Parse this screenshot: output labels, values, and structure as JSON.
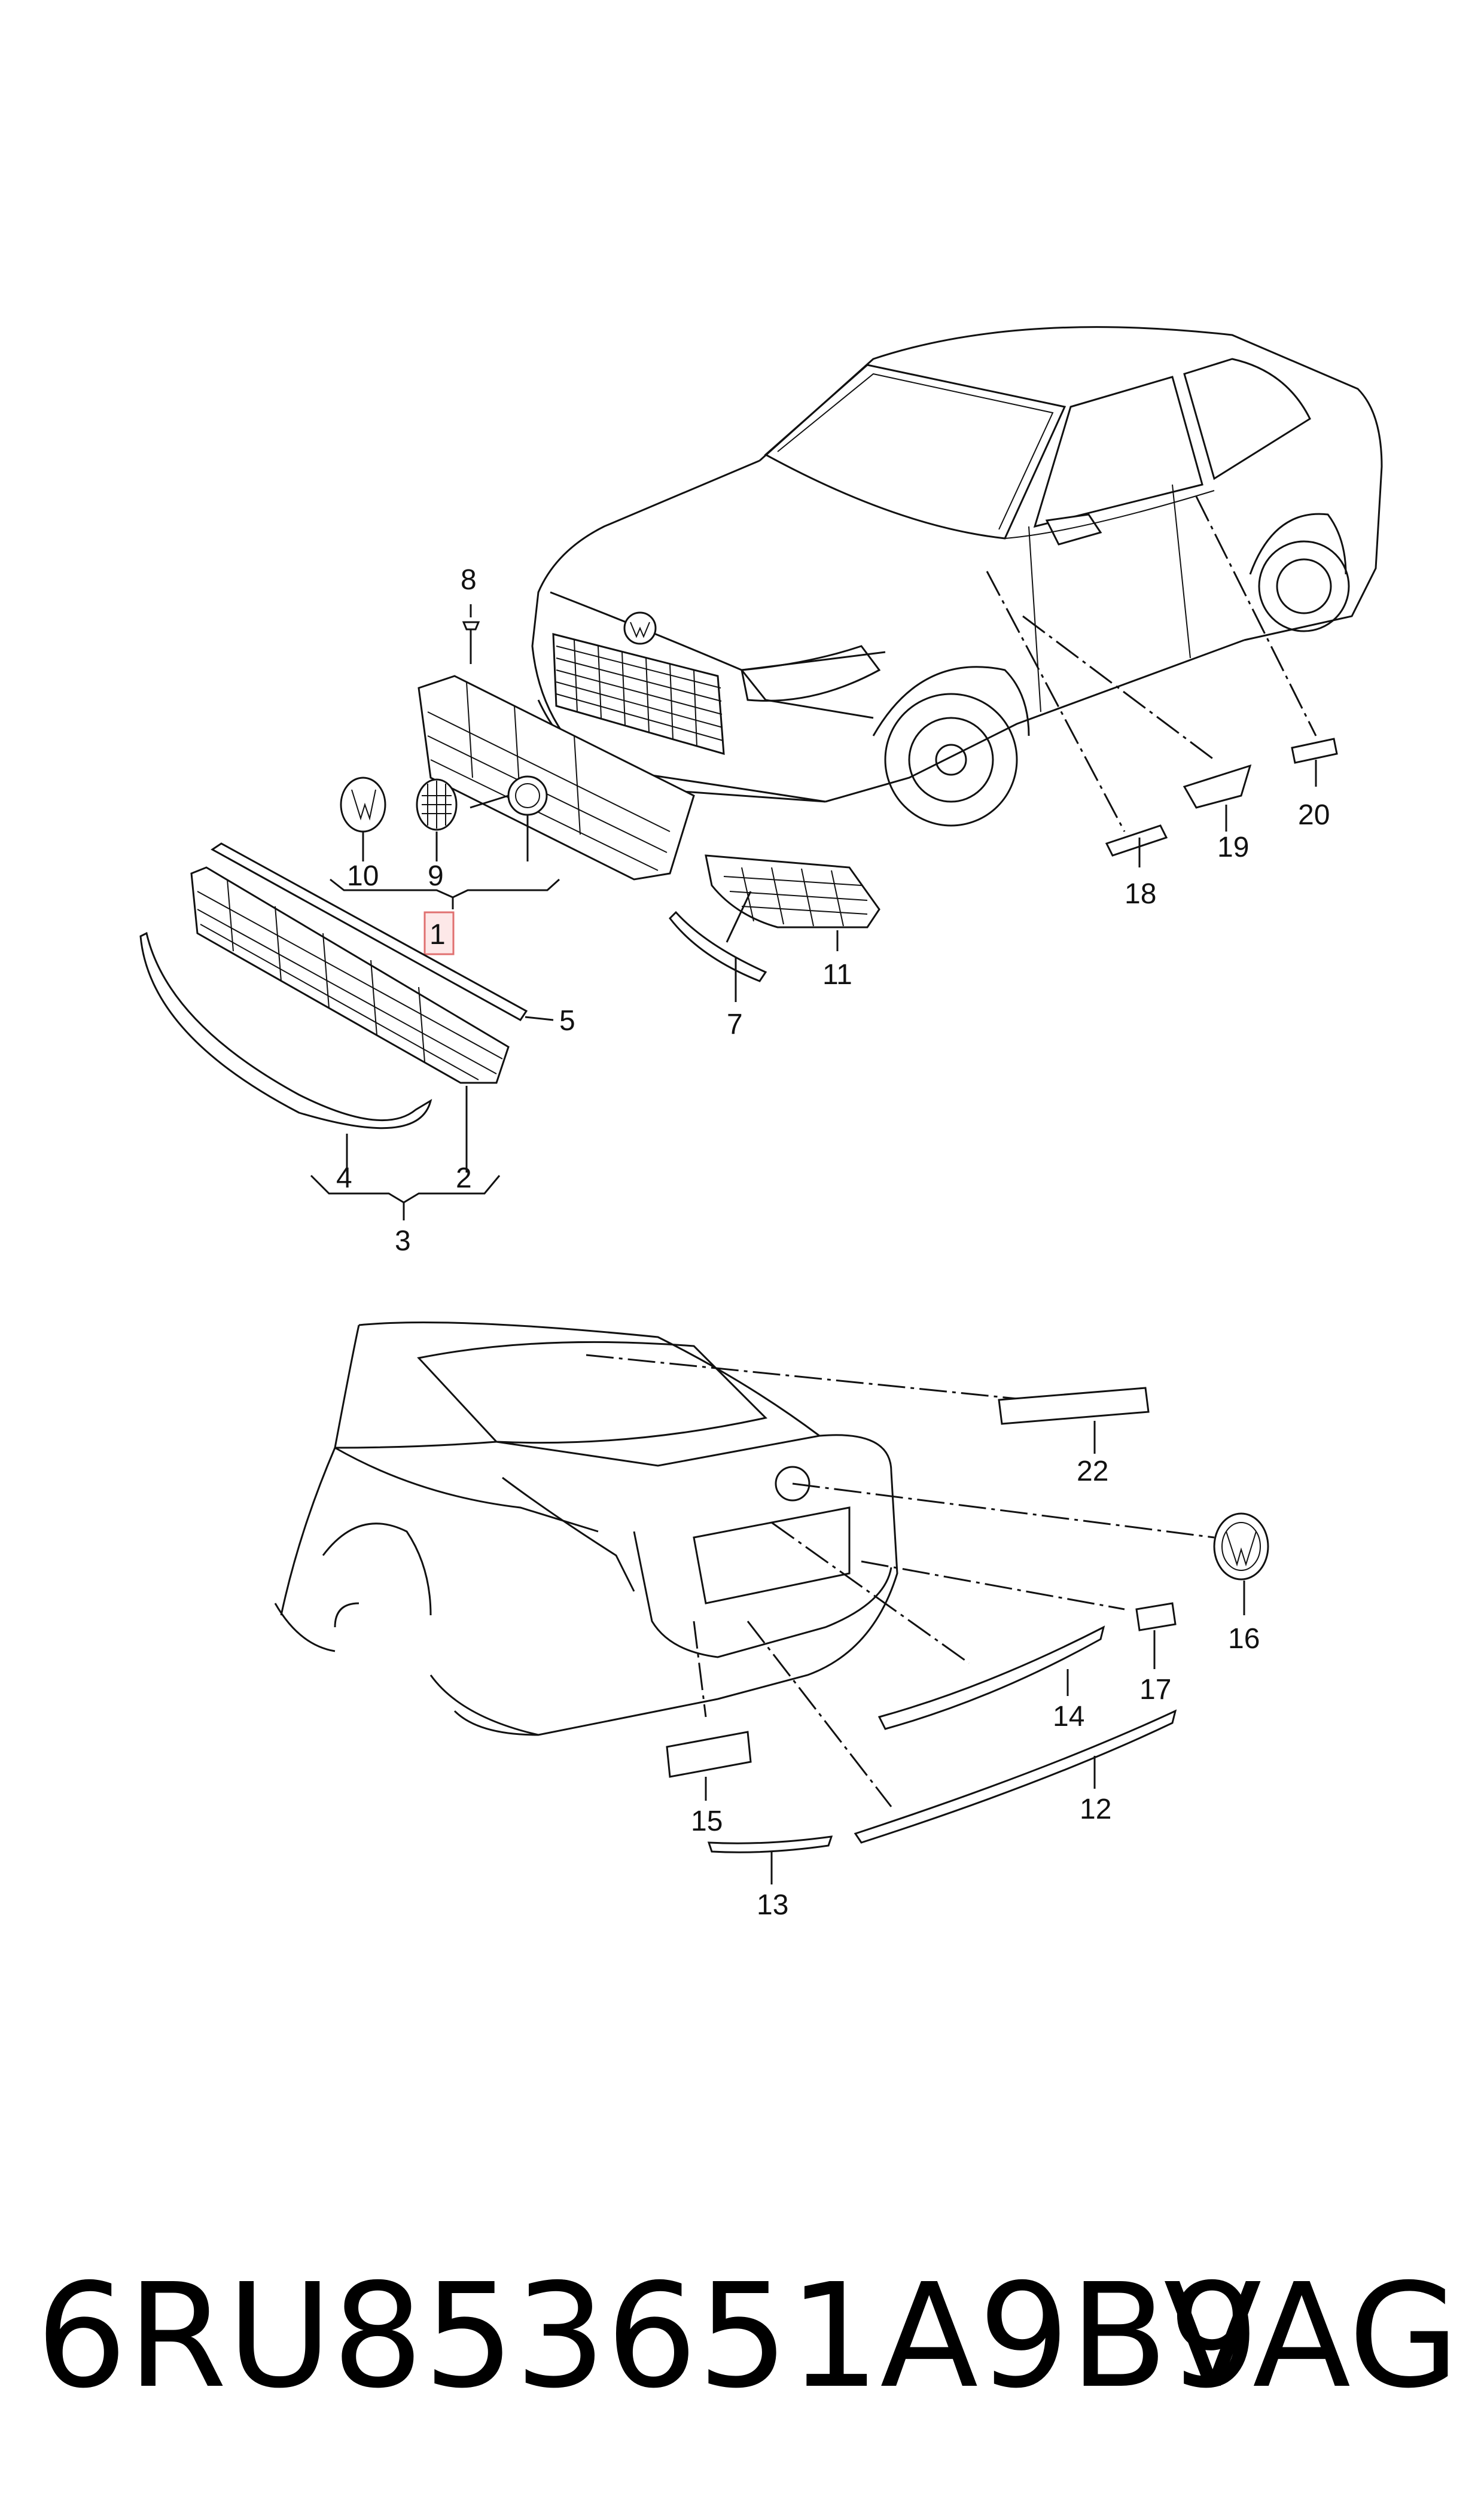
{
  "callouts": {
    "c1": "1",
    "c2": "2",
    "c3": "3",
    "c4": "4",
    "c5": "5",
    "c7": "7",
    "c8": "8",
    "c9": "9",
    "c10": "10",
    "c11": "11",
    "c12": "12",
    "c13": "13",
    "c14": "14",
    "c15": "15",
    "c16": "16",
    "c17": "17",
    "c18": "18",
    "c19": "19",
    "c20": "20",
    "c22": "22"
  },
  "highlight_color": "#e07070",
  "footer": {
    "part_number": "6RU853651A9B9",
    "brand": "VAG"
  }
}
